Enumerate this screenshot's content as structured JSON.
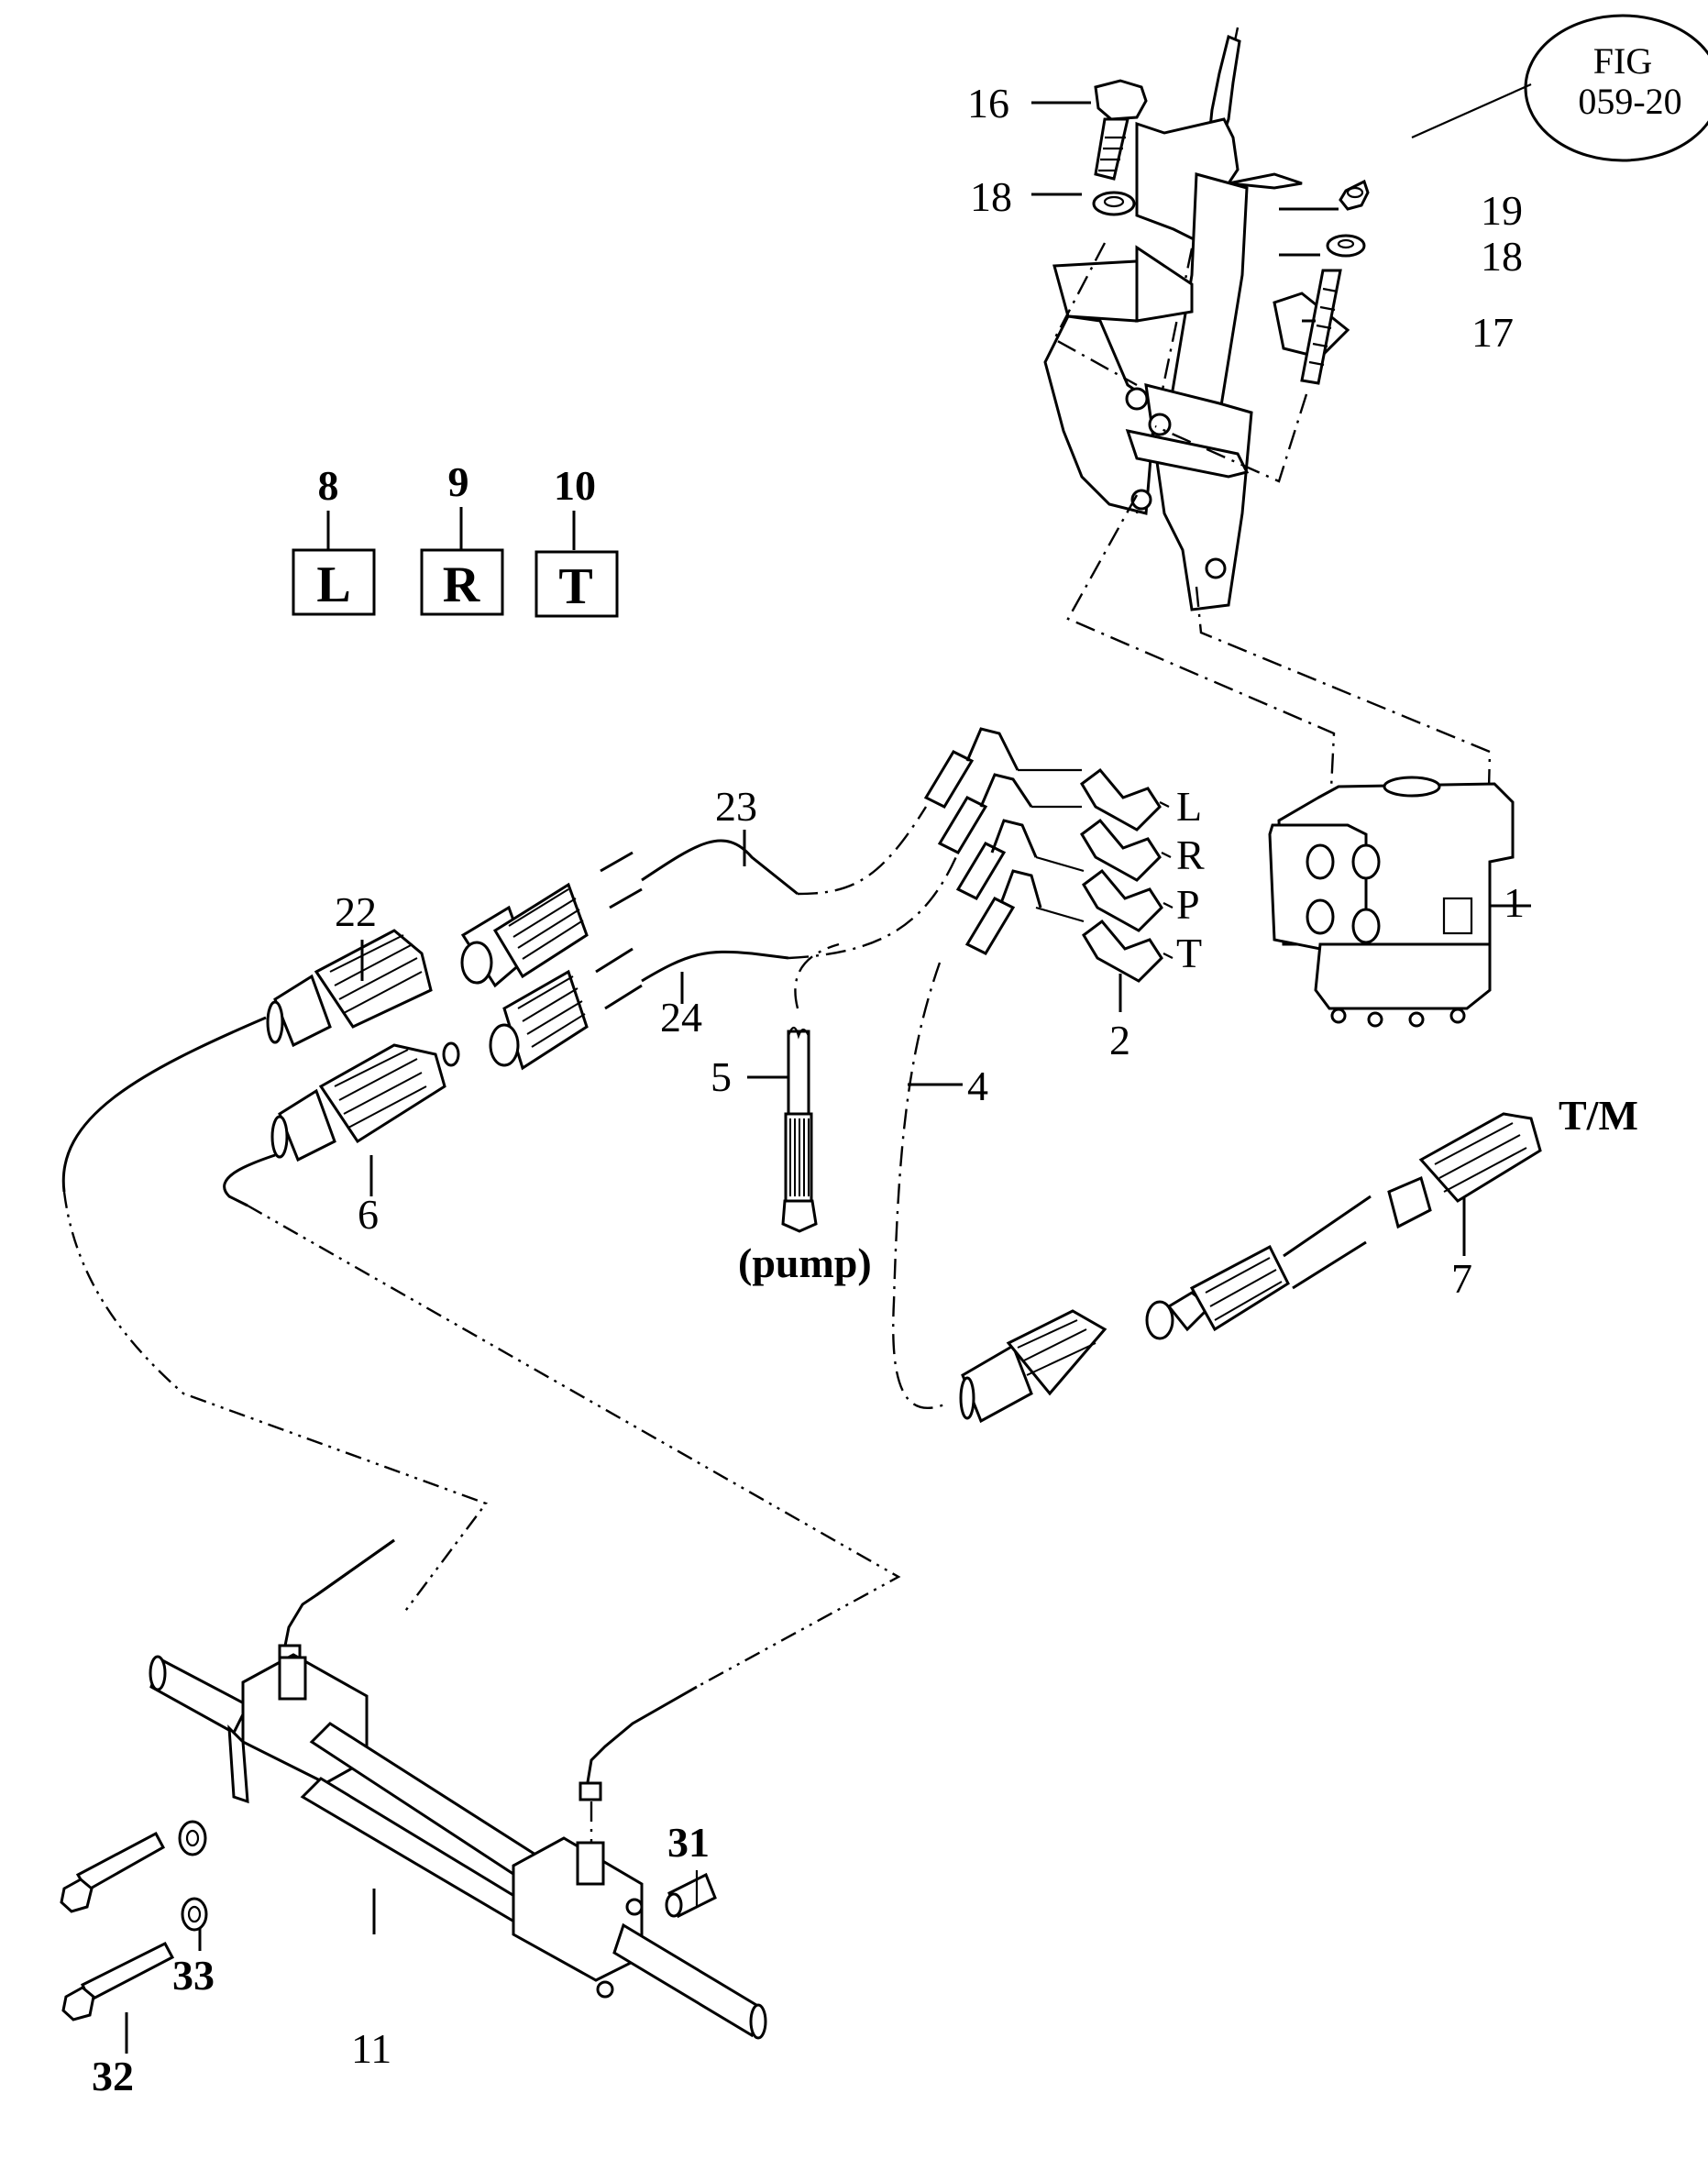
{
  "diagram": {
    "title": "Power steering hydraulic parts diagram",
    "figure_reference": {
      "line1": "FIG",
      "line2": "059-20"
    },
    "callouts": [
      {
        "id": "1",
        "label": "1",
        "part": "steering-unit"
      },
      {
        "id": "2",
        "label": "2",
        "part": "adapter-fittings"
      },
      {
        "id": "4",
        "label": "4",
        "part": "hose-T"
      },
      {
        "id": "5",
        "label": "5",
        "part": "hose-pump"
      },
      {
        "id": "6",
        "label": "6",
        "part": "hose-adapter"
      },
      {
        "id": "7",
        "label": "7",
        "part": "hose-transmission"
      },
      {
        "id": "8",
        "label": "8",
        "part": "tag-L"
      },
      {
        "id": "9",
        "label": "9",
        "part": "tag-R"
      },
      {
        "id": "10",
        "label": "10",
        "part": "tag-T"
      },
      {
        "id": "11",
        "label": "11",
        "part": "steering-cylinder"
      },
      {
        "id": "16",
        "label": "16",
        "part": "bolt"
      },
      {
        "id": "17",
        "label": "17",
        "part": "stud"
      },
      {
        "id": "18a",
        "label": "18",
        "part": "spring-washer-left"
      },
      {
        "id": "18b",
        "label": "18",
        "part": "spring-washer-right"
      },
      {
        "id": "19",
        "label": "19",
        "part": "nut"
      },
      {
        "id": "22",
        "label": "22",
        "part": "hose-L"
      },
      {
        "id": "23",
        "label": "23",
        "part": "hose-upper"
      },
      {
        "id": "24",
        "label": "24",
        "part": "hose-lower"
      },
      {
        "id": "31",
        "label": "31",
        "part": "pin"
      },
      {
        "id": "32",
        "label": "32",
        "part": "cylinder-bolt"
      },
      {
        "id": "33",
        "label": "33",
        "part": "cylinder-washer"
      }
    ],
    "tags": [
      {
        "callout": "8",
        "letter": "L"
      },
      {
        "callout": "9",
        "letter": "R"
      },
      {
        "callout": "10",
        "letter": "T"
      }
    ],
    "port_labels": [
      "L",
      "R",
      "P",
      "T"
    ],
    "annotations": {
      "pump": "(pump)",
      "transmission": "T/M"
    }
  }
}
